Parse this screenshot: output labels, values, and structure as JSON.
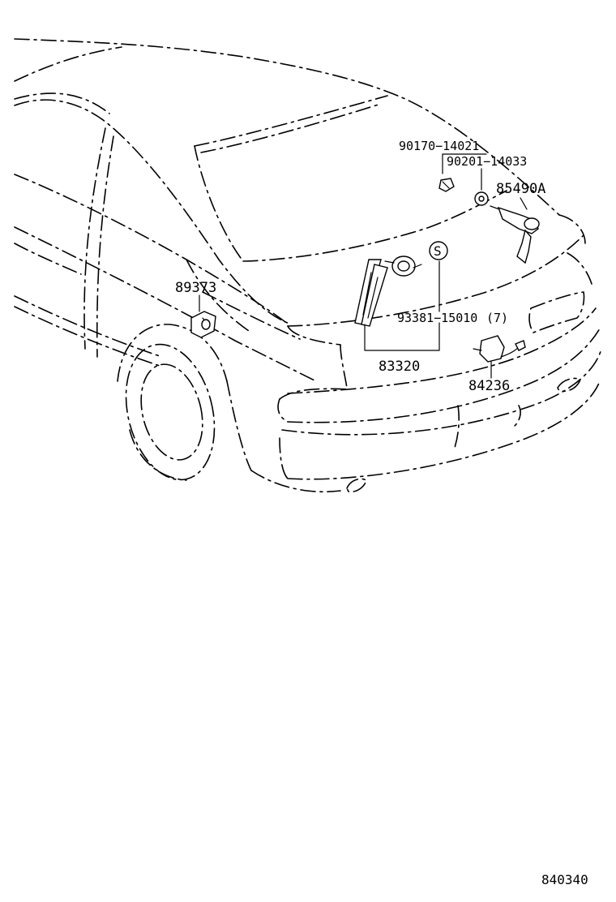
{
  "diagram": {
    "callouts": [
      {
        "id": "c1",
        "text": "90170−14021"
      },
      {
        "id": "c2",
        "text": "90201−14033"
      },
      {
        "id": "c3",
        "text": "85490A"
      },
      {
        "id": "c4",
        "text": "89373"
      },
      {
        "id": "c5",
        "text": "93381−15010"
      },
      {
        "id": "c6",
        "text": "(7)"
      },
      {
        "id": "c7",
        "text": "83320"
      },
      {
        "id": "c8",
        "text": "84236"
      }
    ],
    "symbol": "S",
    "figure_code": "840340"
  }
}
